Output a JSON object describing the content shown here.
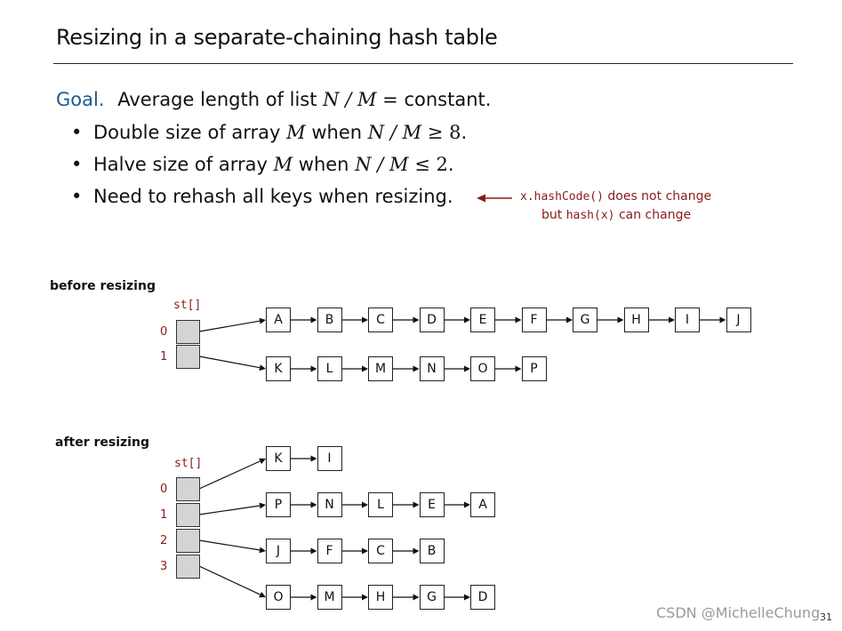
{
  "slide": {
    "title": "Resizing in a separate-chaining hash table",
    "goal": {
      "keyword": "Goal.",
      "text_before": "Average length of list",
      "math": "N / M",
      "text_after": "= constant."
    },
    "bullets": [
      {
        "text_before": "Double size of array",
        "var": "M",
        "text_mid": "when",
        "math": "N / M",
        "relation": "≥",
        "value": "8",
        "end": "."
      },
      {
        "text_before": "Halve size of array",
        "var": "M",
        "text_mid": "when",
        "math": "N / M",
        "relation": "≤",
        "value": "2",
        "end": "."
      },
      {
        "text": "Need to rehash all keys when resizing."
      }
    ],
    "note": {
      "line1_code": "x.hashCode()",
      "line1_text": "does not change",
      "line2_pre": "but",
      "line2_code": "hash(x)",
      "line2_text": "can change"
    },
    "arrow_color": "#8b1a1a"
  },
  "before": {
    "label": "before resizing",
    "array_label": "st[]",
    "indices": [
      "0",
      "1"
    ],
    "chains": [
      [
        "A",
        "B",
        "C",
        "D",
        "E",
        "F",
        "G",
        "H",
        "I",
        "J"
      ],
      [
        "K",
        "L",
        "M",
        "N",
        "O",
        "P"
      ]
    ]
  },
  "after": {
    "label": "after resizing",
    "array_label": "st[]",
    "indices": [
      "0",
      "1",
      "2",
      "3"
    ],
    "chains": [
      [
        "K",
        "I"
      ],
      [
        "P",
        "N",
        "L",
        "E",
        "A"
      ],
      [
        "J",
        "F",
        "C",
        "B"
      ],
      [
        "O",
        "M",
        "H",
        "G",
        "D"
      ]
    ]
  },
  "footer": {
    "watermark": "CSDN @MichelleChung",
    "page_number": "31"
  }
}
